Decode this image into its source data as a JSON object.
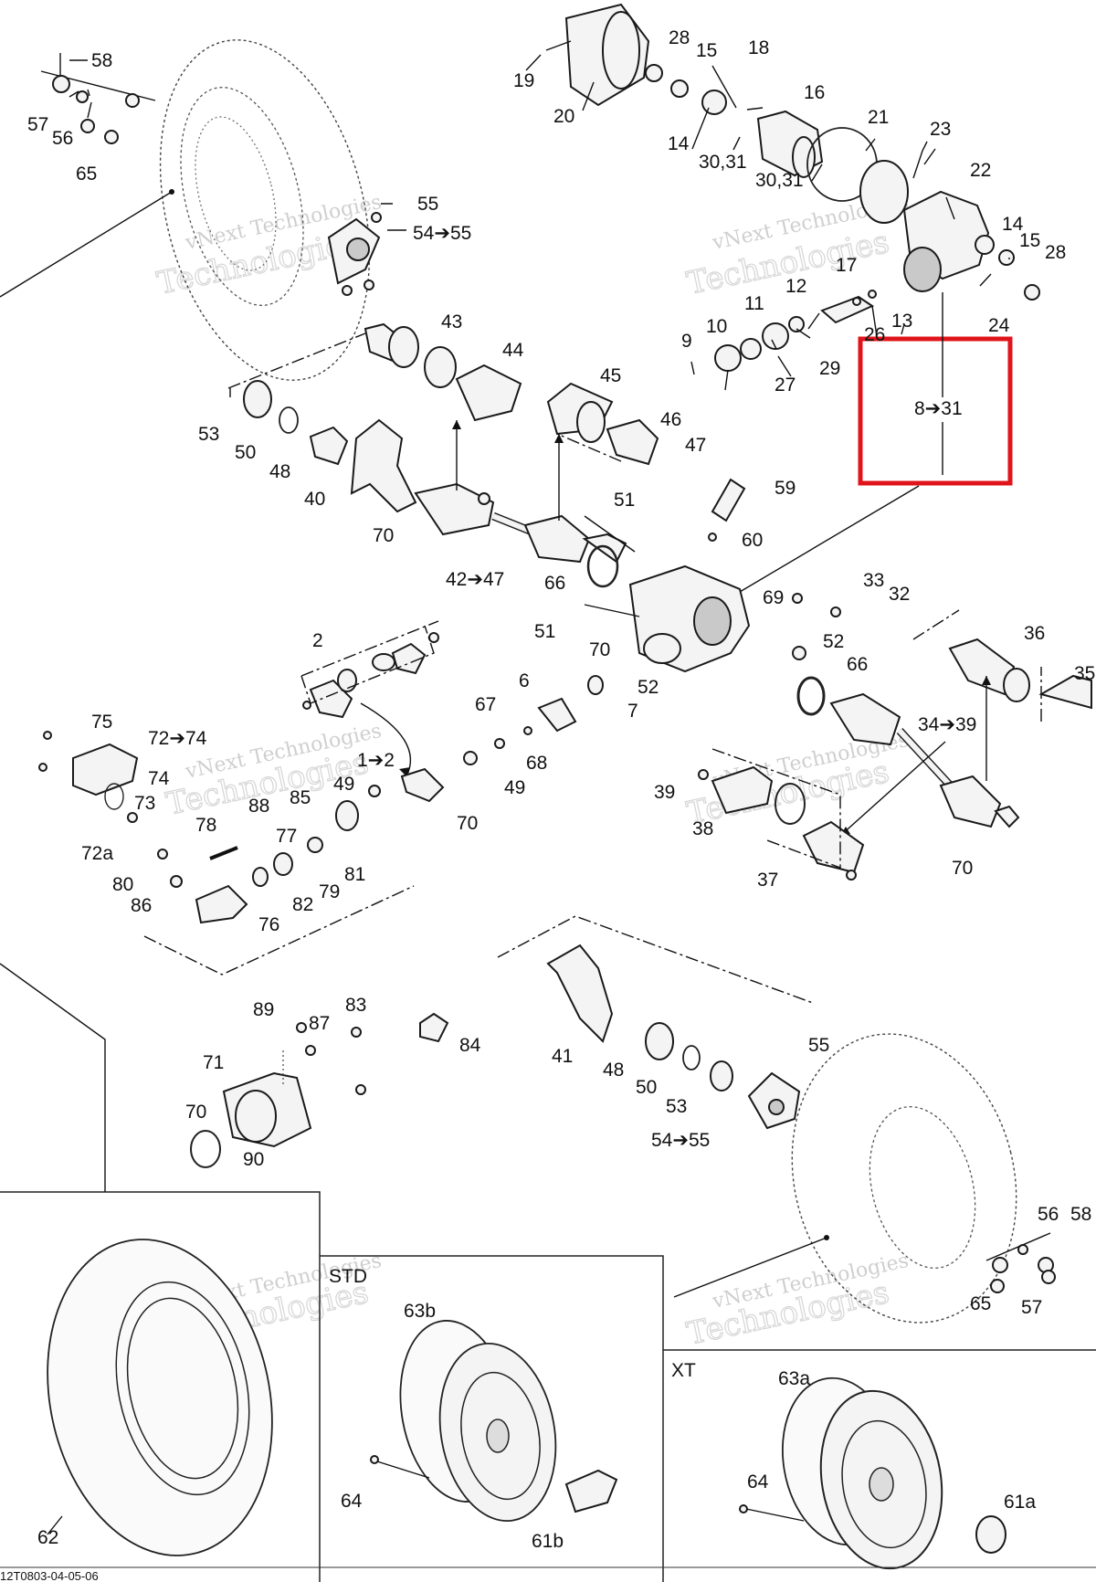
{
  "labels": {
    "l58a": "58",
    "l57a": "57",
    "l56a": "56",
    "l65a": "65",
    "l55a": "55",
    "l5455a": "54➔55",
    "l19": "19",
    "l20": "20",
    "l28a": "28",
    "l15a": "15",
    "l18": "18",
    "l16": "16",
    "l14a": "14",
    "l3031a": "30,31",
    "l3031b": "30,31",
    "l21": "21",
    "l23": "23",
    "l22": "22",
    "l17": "17",
    "l14b": "14",
    "l15b": "15",
    "l28b": "28",
    "l12": "12",
    "l11": "11",
    "l10": "10",
    "l9": "9",
    "l13": "13",
    "l26": "26",
    "l24": "24",
    "l29": "29",
    "l27": "27",
    "l43": "43",
    "l44": "44",
    "l45": "45",
    "l46": "46",
    "l47": "47",
    "l53a": "53",
    "l50a": "50",
    "l48a": "48",
    "l40": "40",
    "l70a": "70",
    "l4247": "42➔47",
    "l66a": "66",
    "l51a": "51",
    "l51b": "51",
    "l59": "59",
    "l60": "60",
    "l69": "69",
    "l33": "33",
    "l32": "32",
    "l52a": "52",
    "l52b": "52",
    "l66b": "66",
    "l70b": "70",
    "l36": "36",
    "l35": "35",
    "l3439": "34➔39",
    "l2": "2",
    "l6": "6",
    "l7": "7",
    "l67": "67",
    "l68": "68",
    "l12x": "1➔2",
    "l49a": "49",
    "l49b": "49",
    "l70c": "70",
    "l85": "85",
    "l88": "88",
    "l77": "77",
    "l78": "78",
    "l81": "81",
    "l79": "79",
    "l82": "82",
    "l76": "76",
    "l75": "75",
    "l7274": "72➔74",
    "l74": "74",
    "l73": "73",
    "l72a": "72a",
    "l80": "80",
    "l86": "86",
    "l39": "39",
    "l38": "38",
    "l37": "37",
    "l70d": "70",
    "l89": "89",
    "l87": "87",
    "l83": "83",
    "l84": "84",
    "l71": "71",
    "l70e": "70",
    "l90": "90",
    "l41": "41",
    "l48b": "48",
    "l50b": "50",
    "l53b": "53",
    "l5455b": "54➔55",
    "l55b": "55",
    "l56b": "56",
    "l58b": "58",
    "l65b": "65",
    "l57b": "57",
    "l62": "62",
    "lstd": "STD",
    "l63b": "63b",
    "l64a": "64",
    "l61b": "61b",
    "lxt": "XT",
    "l63a": "63a",
    "l64b": "64",
    "l61a": "61a"
  },
  "highlight_label": "8➔31",
  "watermark": {
    "company": "vNext Technologies",
    "big": "vNext",
    "big2": "Technologies"
  },
  "drawing_code": "12T0803-04-05-06",
  "colors": {
    "highlight": "#e0141b",
    "line": "#111111",
    "watermark": "#cfcfcf"
  }
}
